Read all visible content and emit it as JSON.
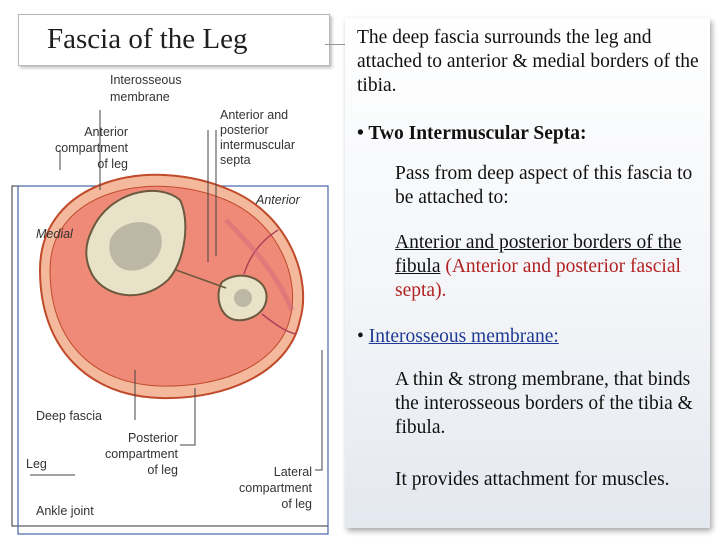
{
  "slide": {
    "title": "Fascia of the Leg",
    "intro": "The deep fascia surrounds the leg and attached to anterior & medial borders of the tibia.",
    "bullet1": "• Two Intermuscular Septa:",
    "septa_text": "Pass from deep aspect of this fascia to be attached to:",
    "borders_text": "Anterior  and posterior borders of the fibula",
    "borders_paren": "(Anterior and posterior fascial septa).",
    "bullet2_marker": "•",
    "bullet2_label": "Interosseous membrane:",
    "membrane_text": "A thin & strong membrane, that binds the interosseous borders of the tibia & fibula.",
    "attachment_text": " It provides attachment for muscles."
  },
  "figure_labels": {
    "interosseous": [
      "Interosseous",
      "membrane"
    ],
    "anterior_posterior_septa": [
      "Anterior and",
      "posterior",
      "intermuscular",
      "septa"
    ],
    "anterior_compartment": [
      "Anterior",
      "compartment",
      "of leg"
    ],
    "anterior": "Anterior",
    "medial": "Medial",
    "deep_fascia": "Deep fascia",
    "posterior_compartment": [
      "Posterior",
      "compartment",
      "of leg"
    ],
    "leg": "Leg",
    "lateral_compartment": [
      "Lateral",
      "compartment",
      "of leg"
    ],
    "ankle_joint": "Ankle joint"
  },
  "colors": {
    "muscle": "#f08a78",
    "outer_ring": "#f4b89c",
    "bone": "#e8e2c8",
    "marrow": "#bdb7a6",
    "label_text": "#333333",
    "highlight_text": "#b22222",
    "link_text": "#1f3a93"
  }
}
